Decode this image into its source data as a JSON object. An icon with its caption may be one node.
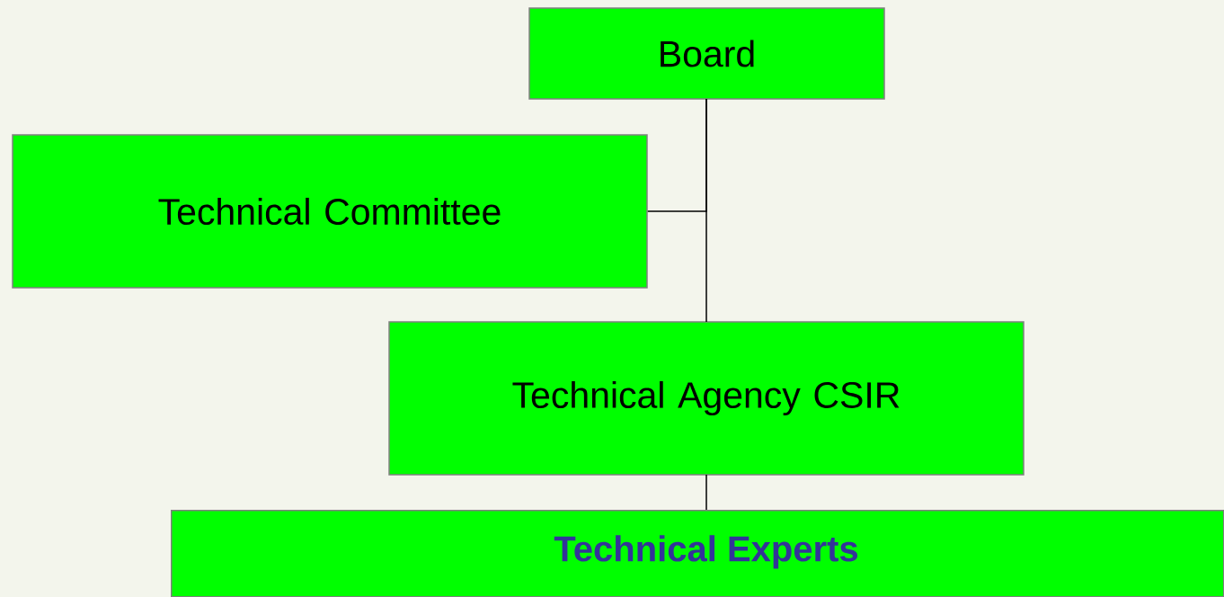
{
  "diagram": {
    "nodes": [
      {
        "text": [
          "Board"
        ]
      },
      {
        "text": [
          "Technical Committee"
        ]
      },
      {
        "text": [
          "Technical Agency CSIR"
        ]
      },
      {
        "text": [
          "Technical Experts"
        ]
      }
    ],
    "edges": [
      {
        "from": 0,
        "to": 2,
        "arrow": "none"
      },
      {
        "from": 0,
        "to": 1,
        "arrow": "none"
      },
      {
        "from": 2,
        "to": 3,
        "arrow": "none"
      }
    ]
  }
}
